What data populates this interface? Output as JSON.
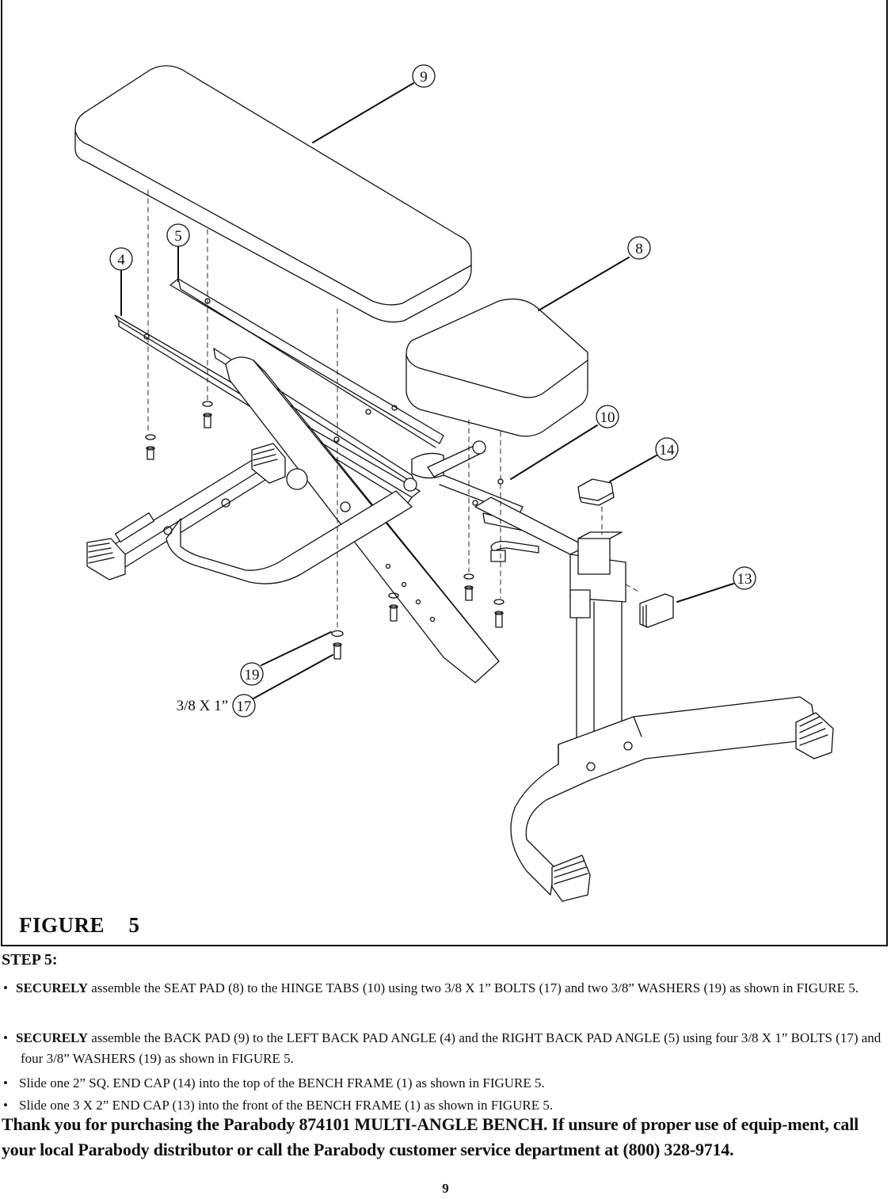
{
  "figure": {
    "title": "FIGURE  5",
    "callouts": {
      "c9": "9",
      "c5": "5",
      "c4": "4",
      "c8": "8",
      "c10": "10",
      "c14": "14",
      "c13": "13",
      "c19": "19",
      "c17": "17"
    },
    "bolt_size_label": "3/8 X 1”"
  },
  "step": {
    "heading": "STEP 5:",
    "bullet": "•",
    "items": [
      {
        "bold": "SECURELY",
        "text": " assemble the SEAT PAD (8) to the HINGE TABS (10) using two 3/8 X 1” BOLTS (17) and two 3/8” WASHERS (19) as shown in FIGURE 5."
      },
      {
        "bold": "SECURELY",
        "text": " assemble the BACK PAD (9) to the LEFT BACK PAD ANGLE (4) and the RIGHT BACK PAD ANGLE (5) using four 3/8 X 1” BOLTS (17) and four 3/8” WASHERS (19) as shown in FIGURE 5."
      },
      {
        "text": "Slide one 2” SQ. END CAP (14) into the top of the BENCH FRAME (1) as shown in FIGURE 5."
      },
      {
        "text": "Slide one 3 X 2” END CAP (13) into the front of the BENCH FRAME (1) as shown in FIGURE 5."
      }
    ]
  },
  "thanks": "Thank you for purchasing the Parabody 874101 MULTI-ANGLE BENCH. If unsure of proper use of equip-ment, call your local Parabody distributor or call the Parabody customer service department at (800) 328-9714.",
  "page_number": "9"
}
